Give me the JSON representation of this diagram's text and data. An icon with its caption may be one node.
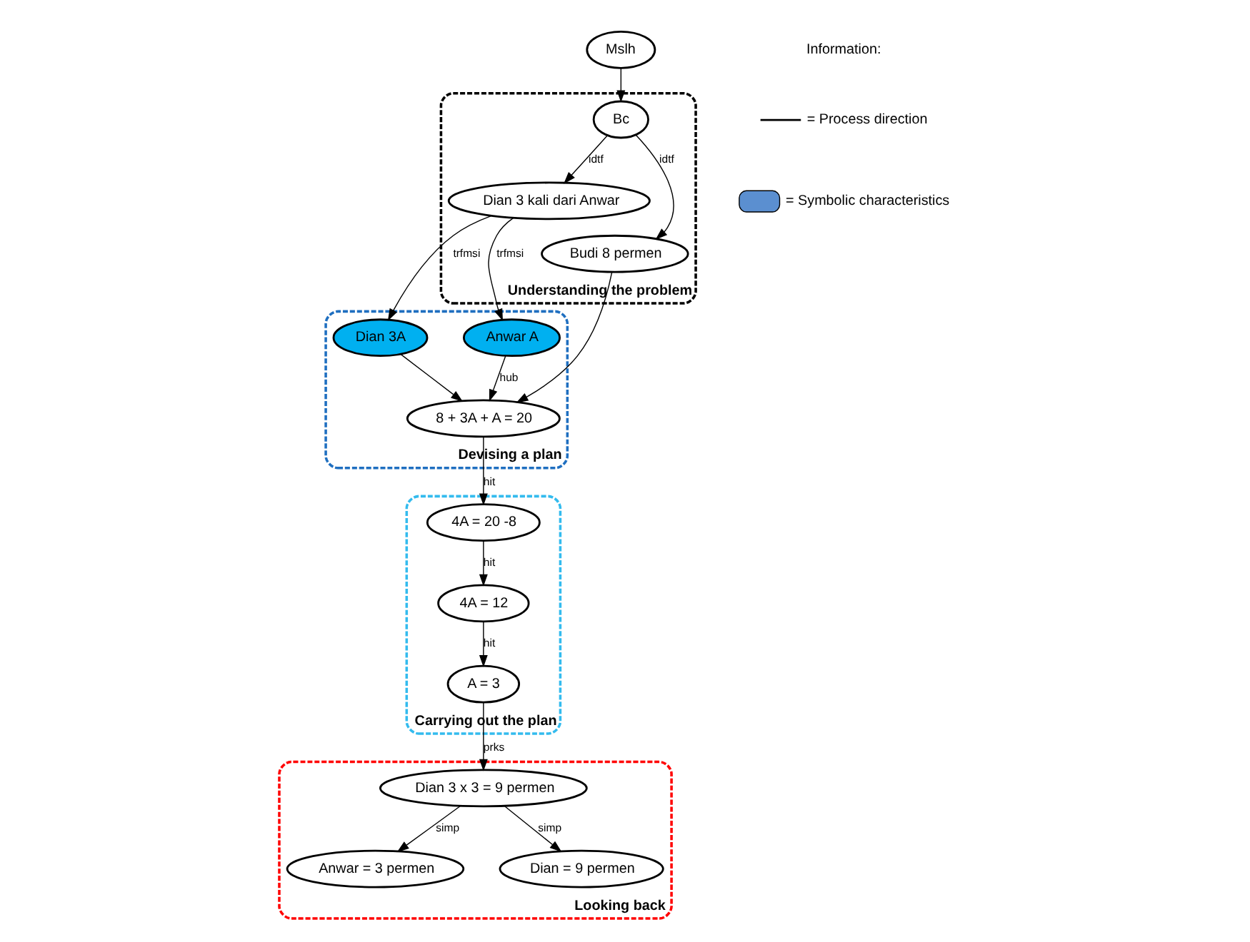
{
  "diagram": {
    "nodes": [
      {
        "text": [
          "Mslh"
        ]
      },
      {
        "text": [
          "Understanding the problem"
        ]
      },
      {
        "text": [
          "Bc"
        ],
        "in": 1
      },
      {
        "text": [
          "Dian 3 kali dari Anwar"
        ],
        "in": 1
      },
      {
        "text": [
          "Budi 8 permen"
        ],
        "in": 1
      },
      {
        "text": [
          "Devising a plan"
        ]
      },
      {
        "text": [
          "Dian 3A"
        ],
        "in": 5
      },
      {
        "text": [
          "Anwar A"
        ],
        "in": 5
      },
      {
        "text": [
          "8 + 3A + A = 20"
        ],
        "in": 5
      },
      {
        "text": [
          "Carrying out the plan"
        ]
      },
      {
        "text": [
          "4A = 20 -8"
        ],
        "in": 9
      },
      {
        "text": [
          "4A = 12"
        ],
        "in": 9
      },
      {
        "text": [
          "A = 3"
        ],
        "in": 9
      },
      {
        "text": [
          "Looking back"
        ]
      },
      {
        "text": [
          "Dian 3 x 3 = 9 permen"
        ],
        "in": 13
      },
      {
        "text": [
          "Anwar = 3 permen"
        ],
        "in": 13
      },
      {
        "text": [
          "Dian = 9 permen"
        ],
        "in": 13
      }
    ],
    "edges": [
      {
        "from": 0,
        "to": 2,
        "arrow": "to"
      },
      {
        "from": 2,
        "to": 3,
        "arrow": "to",
        "label": "idtf"
      },
      {
        "from": 2,
        "to": 4,
        "arrow": "to",
        "label": "idtf"
      },
      {
        "from": 3,
        "to": 6,
        "arrow": "to",
        "label": "trfmsi"
      },
      {
        "from": 3,
        "to": 7,
        "arrow": "to",
        "label": "trfmsi"
      },
      {
        "from": 6,
        "to": 8,
        "arrow": "to"
      },
      {
        "from": 7,
        "to": 8,
        "arrow": "to",
        "label": "hub"
      },
      {
        "from": 4,
        "to": 8,
        "arrow": "to"
      },
      {
        "from": 8,
        "to": 10,
        "arrow": "to",
        "label": "hit"
      },
      {
        "from": 10,
        "to": 11,
        "arrow": "to",
        "label": "hit"
      },
      {
        "from": 11,
        "to": 12,
        "arrow": "to",
        "label": "hit"
      },
      {
        "from": 12,
        "to": 14,
        "arrow": "to",
        "label": "prks"
      },
      {
        "from": 14,
        "to": 15,
        "arrow": "to",
        "label": "simp"
      },
      {
        "from": 14,
        "to": 16,
        "arrow": "to",
        "label": "simp"
      }
    ],
    "labels": [
      "Information:"
    ],
    "legend": [
      {
        "text": "= Process direction"
      },
      {
        "text": "= Symbolic characteristics",
        "color": "#5b8fd0"
      }
    ]
  }
}
